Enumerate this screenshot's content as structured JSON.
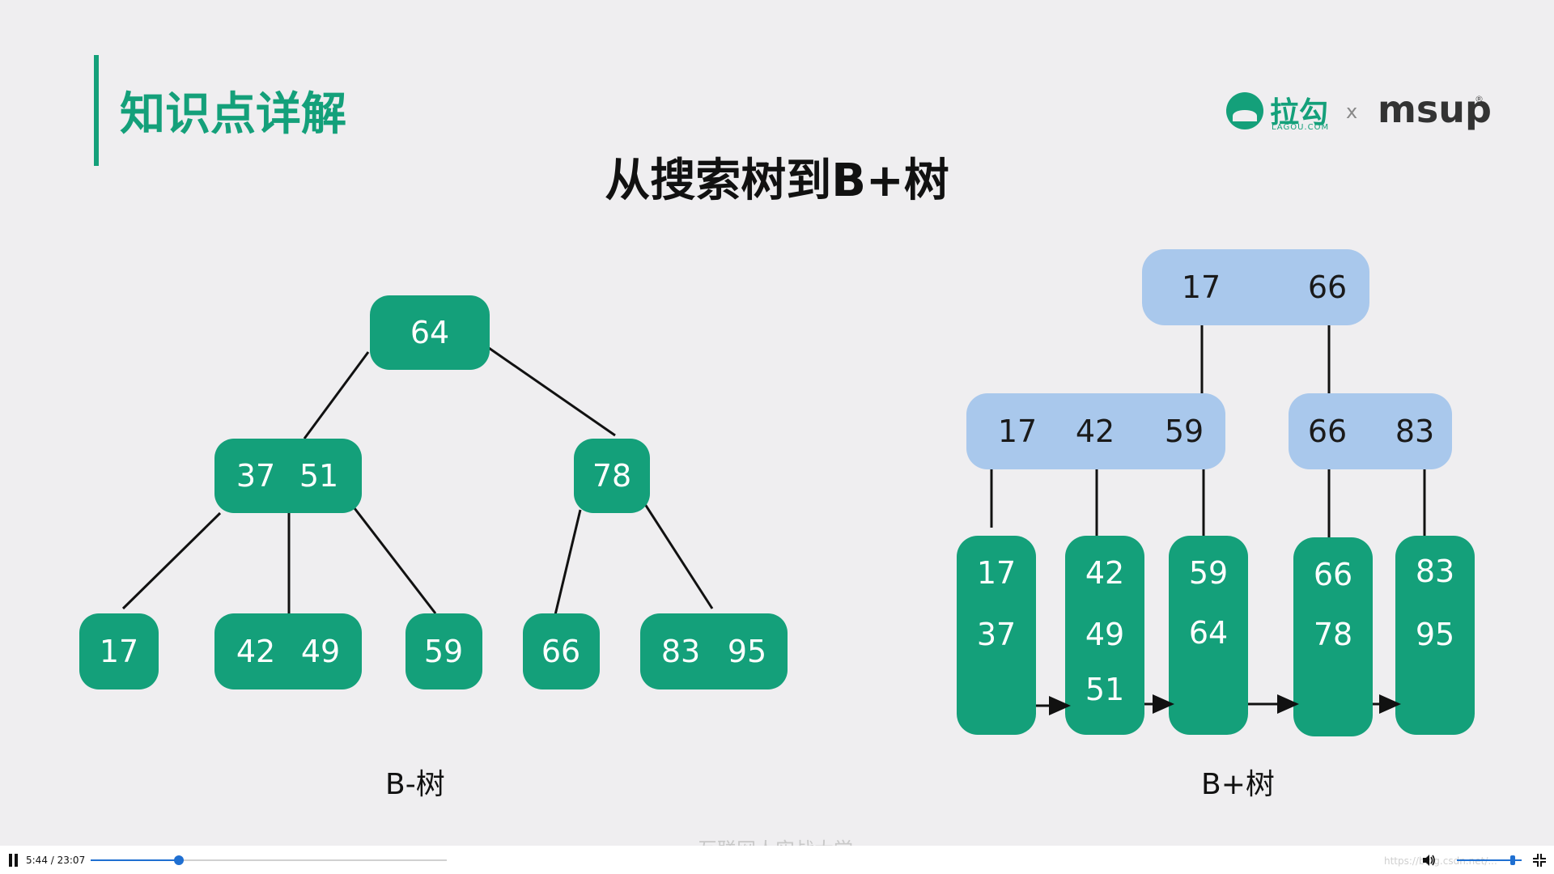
{
  "slide": {
    "section_title": "知识点详解",
    "title": "从搜索树到B+树",
    "brand": {
      "lagou_text": "拉勾",
      "lagou_sub": "LAGOU.COM",
      "separator": "x",
      "msup_text": "msup",
      "msup_reg": "®"
    },
    "watermark": "互联网人实战大学"
  },
  "colors": {
    "green": "#14a07a",
    "blue": "#a9c8ec",
    "edge": "#111111"
  },
  "btree": {
    "caption": "B-树",
    "nodes": [
      {
        "id": "root",
        "keys": [
          "64"
        ]
      },
      {
        "id": "left",
        "keys": [
          "37",
          "51"
        ]
      },
      {
        "id": "right",
        "keys": [
          "78"
        ]
      },
      {
        "id": "leaf-17",
        "keys": [
          "17"
        ]
      },
      {
        "id": "leaf-42-49",
        "keys": [
          "42",
          "49"
        ]
      },
      {
        "id": "leaf-59",
        "keys": [
          "59"
        ]
      },
      {
        "id": "leaf-66",
        "keys": [
          "66"
        ]
      },
      {
        "id": "leaf-83-95",
        "keys": [
          "83",
          "95"
        ]
      }
    ]
  },
  "bplustree": {
    "caption": "B+树",
    "root": {
      "keys": [
        "17",
        "66"
      ]
    },
    "internal": [
      {
        "keys": [
          "17",
          "42",
          "59"
        ]
      },
      {
        "keys": [
          "66",
          "83"
        ]
      }
    ],
    "leaves": [
      {
        "keys": [
          "17",
          "37"
        ]
      },
      {
        "keys": [
          "42",
          "49",
          "51"
        ]
      },
      {
        "keys": [
          "59",
          "64"
        ]
      },
      {
        "keys": [
          "66",
          "78"
        ]
      },
      {
        "keys": [
          "83",
          "95"
        ]
      }
    ]
  },
  "player": {
    "time": "5:44 / 23:07",
    "progress": 0.248,
    "url_watermark": "https://blog.csdn.net/..."
  }
}
